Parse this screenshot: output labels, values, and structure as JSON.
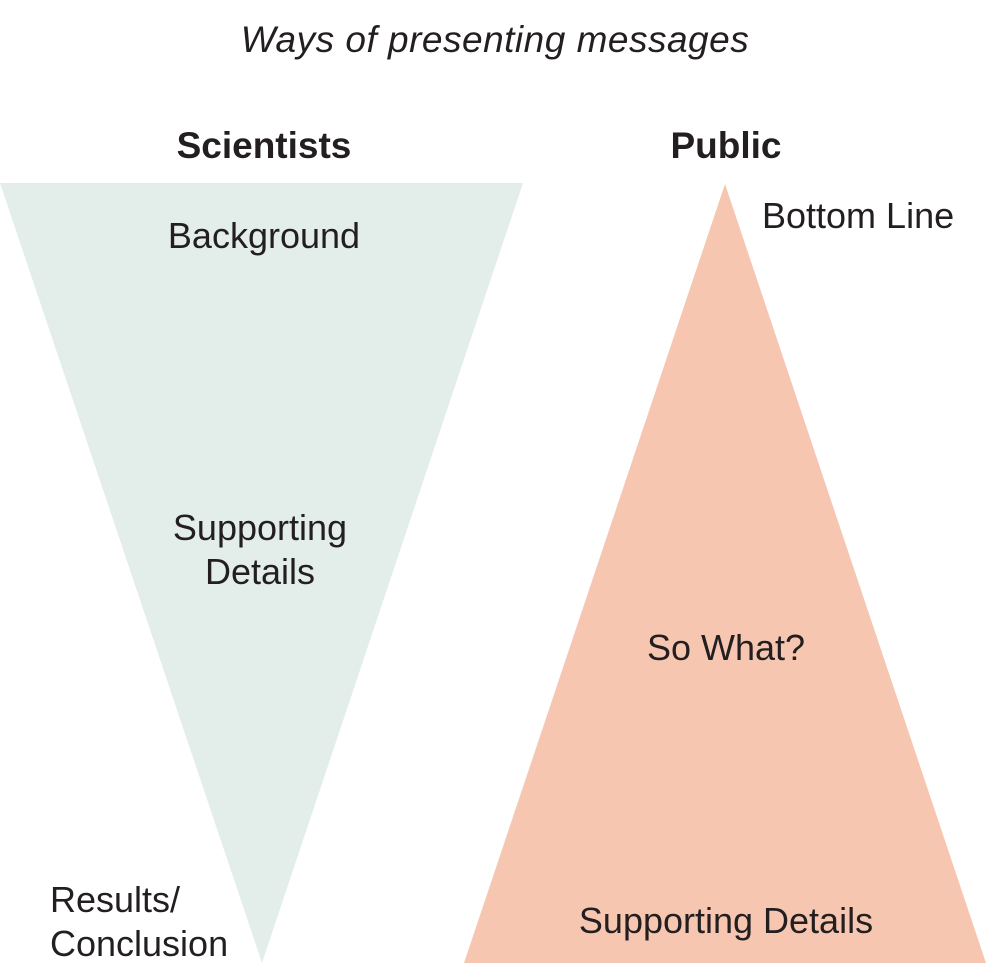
{
  "title": "Ways of presenting messages",
  "scientists": {
    "heading": "Scientists",
    "top_label": "Background",
    "middle_label_line1": "Supporting",
    "middle_label_line2": "Details",
    "bottom_label_line1": "Results/",
    "bottom_label_line2": "Conclusion",
    "fill_color": "#e3eeea"
  },
  "public": {
    "heading": "Public",
    "top_label": "Bottom Line",
    "middle_label": "So What?",
    "bottom_label": "Supporting Details",
    "fill_color": "#f6c6b1"
  }
}
